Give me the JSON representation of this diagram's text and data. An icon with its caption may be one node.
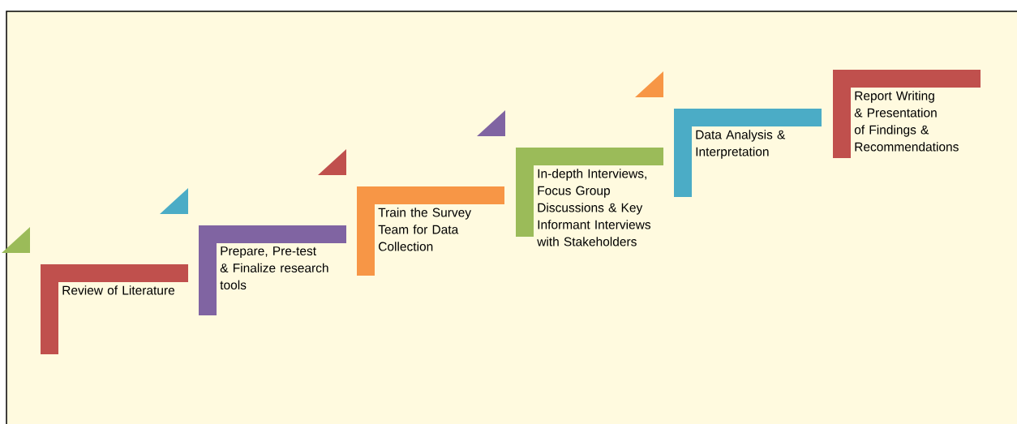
{
  "diagram": {
    "nodes": [
      {
        "text": [
          "Review of Literature"
        ]
      },
      {
        "text": [
          "Prepare, Pre-test & Finalize research tools"
        ]
      },
      {
        "text": [
          "Train the Survey Team for Data Collection"
        ]
      },
      {
        "text": [
          "In-depth Interviews, Focus Group Discussions & Key Informant Interviews with Stakeholders"
        ]
      },
      {
        "text": [
          "Data Analysis & Interpretation"
        ]
      },
      {
        "text": [
          "Report Writing & Presentation of Findings & Recommendations"
        ]
      }
    ]
  }
}
